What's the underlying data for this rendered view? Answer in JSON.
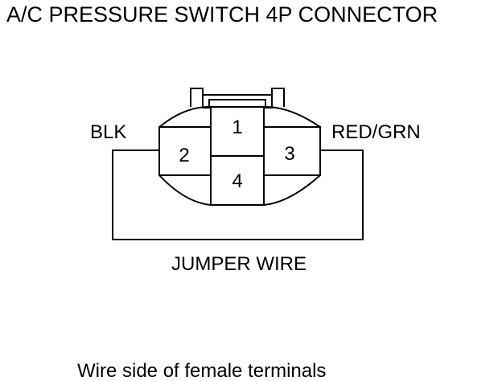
{
  "title": "A/C PRESSURE SWITCH 4P CONNECTOR",
  "connector": {
    "terminals": [
      {
        "number": "1",
        "position": "top-center"
      },
      {
        "number": "2",
        "position": "left"
      },
      {
        "number": "3",
        "position": "right"
      },
      {
        "number": "4",
        "position": "bottom-center"
      }
    ]
  },
  "wires": {
    "left_label": "BLK",
    "right_label": "RED/GRN",
    "jumper_label": "JUMPER WIRE"
  },
  "caption": "Wire side of female terminals",
  "colors": {
    "line": "#000000",
    "background": "#ffffff"
  }
}
